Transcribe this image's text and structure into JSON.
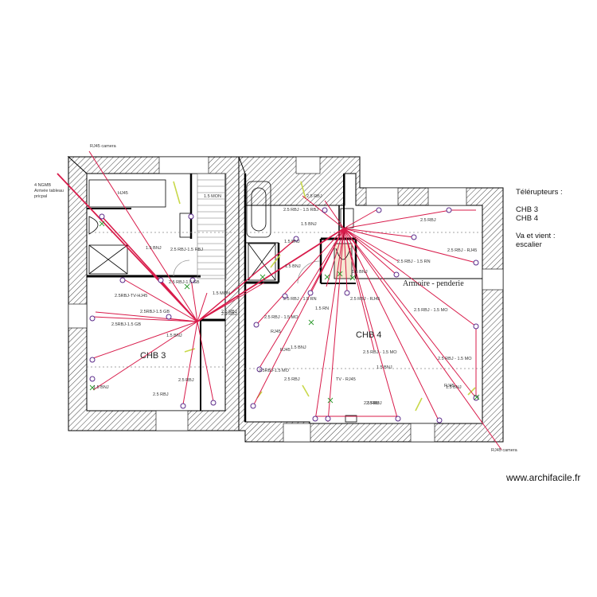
{
  "annotations": {
    "rj45_camera_top": "RJ45 camera",
    "rj45_camera_bottom": "RJ45 camera",
    "arrival_line1": "4 NGMB",
    "arrival_line2": "Arrivée tableau",
    "arrival_line3": "pricpal",
    "hj45": "HJ45",
    "armoire": "Armoire - penderie"
  },
  "rooms": {
    "chb3": "CHB 3",
    "chb4": "CHB 4"
  },
  "cable_labels": [
    "1.5 MON",
    "1.5 BNJ",
    "2.5 RBJ-1.5 RBJ",
    "2.5 RBJ - 1.5 RBJ",
    "1.5 BNJ",
    "2.5 RBJ",
    "1.5 BNJ",
    "2.5 RBJ",
    "2.5 RBJ - RJ45",
    "2.5 RBJ - 1.5 RN",
    "1.5 BNJ",
    "2.5 RBJ-1.5 GB",
    "2.5RBJ-TV-HJ45",
    "2.5RBJ-1.5 GB",
    "2.5RBJ-1.5 GB",
    "1.5 MON",
    "2.5 RBJ",
    "1.5 BNJ",
    "1.5 BNJ",
    "2.5 RBJ - 1.5 RN",
    "2.5 RBJ - RJ45",
    "1.5 RN",
    "2.5 RBJ - 1.5 MO",
    "2.5 RBJ - 1.5 MO",
    "RJ45",
    "1.5 BNJ",
    "2.5 RBJ - 1.5 MO",
    "1.5 BNJ",
    "RJ45",
    "2.5RBJ-1.5 MO",
    "1.5 BNJ",
    "2.5 RBJ",
    "2.5 RBJ",
    "2.5 RBJ",
    "2.5 RBJ",
    "2.5 RBJ",
    "1.5 BNJ",
    "TV - RJ45",
    "2.5 RBJ - 1.5 MO",
    "RJ45",
    "2.5 RBJ"
  ],
  "notes": {
    "line1": "Télérupteurs :",
    "line2": "CHB 3",
    "line3": "CHB 4",
    "line4": "Va et vient :",
    "line5": "escalier"
  },
  "watermark": "www.archifacile.fr",
  "colors": {
    "wire": "#d81b4a",
    "wall": "#000000",
    "switch": "#2e9a2e",
    "outlet": "#5a2a8a",
    "window": "#c8d84a"
  }
}
